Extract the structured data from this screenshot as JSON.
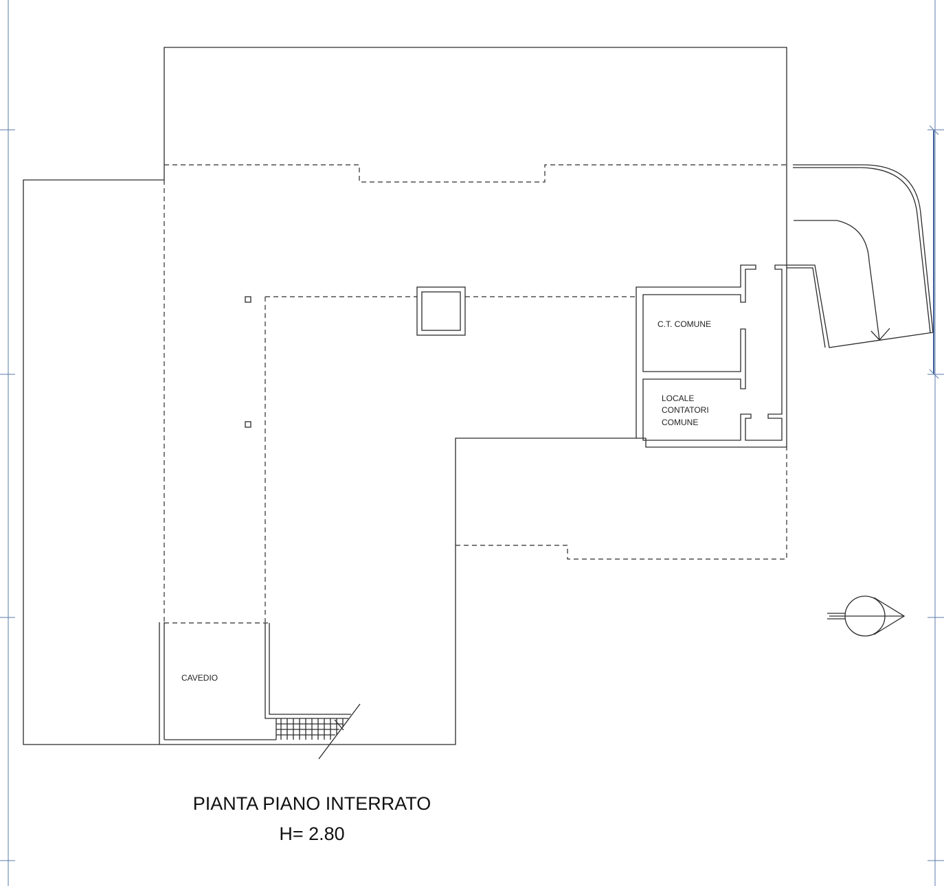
{
  "drawing": {
    "title": "PIANTA PIANO INTERRATO",
    "height_label": "H= 2.80"
  },
  "rooms": {
    "ct_comune": "C.T. COMUNE",
    "contatori_line1": "LOCALE",
    "contatori_line2": "CONTATORI",
    "contatori_line3": "COMUNE",
    "cavedio": "CAVEDIO"
  },
  "colors": {
    "line": "#2a2a2a",
    "frame": "#5a78a8"
  }
}
